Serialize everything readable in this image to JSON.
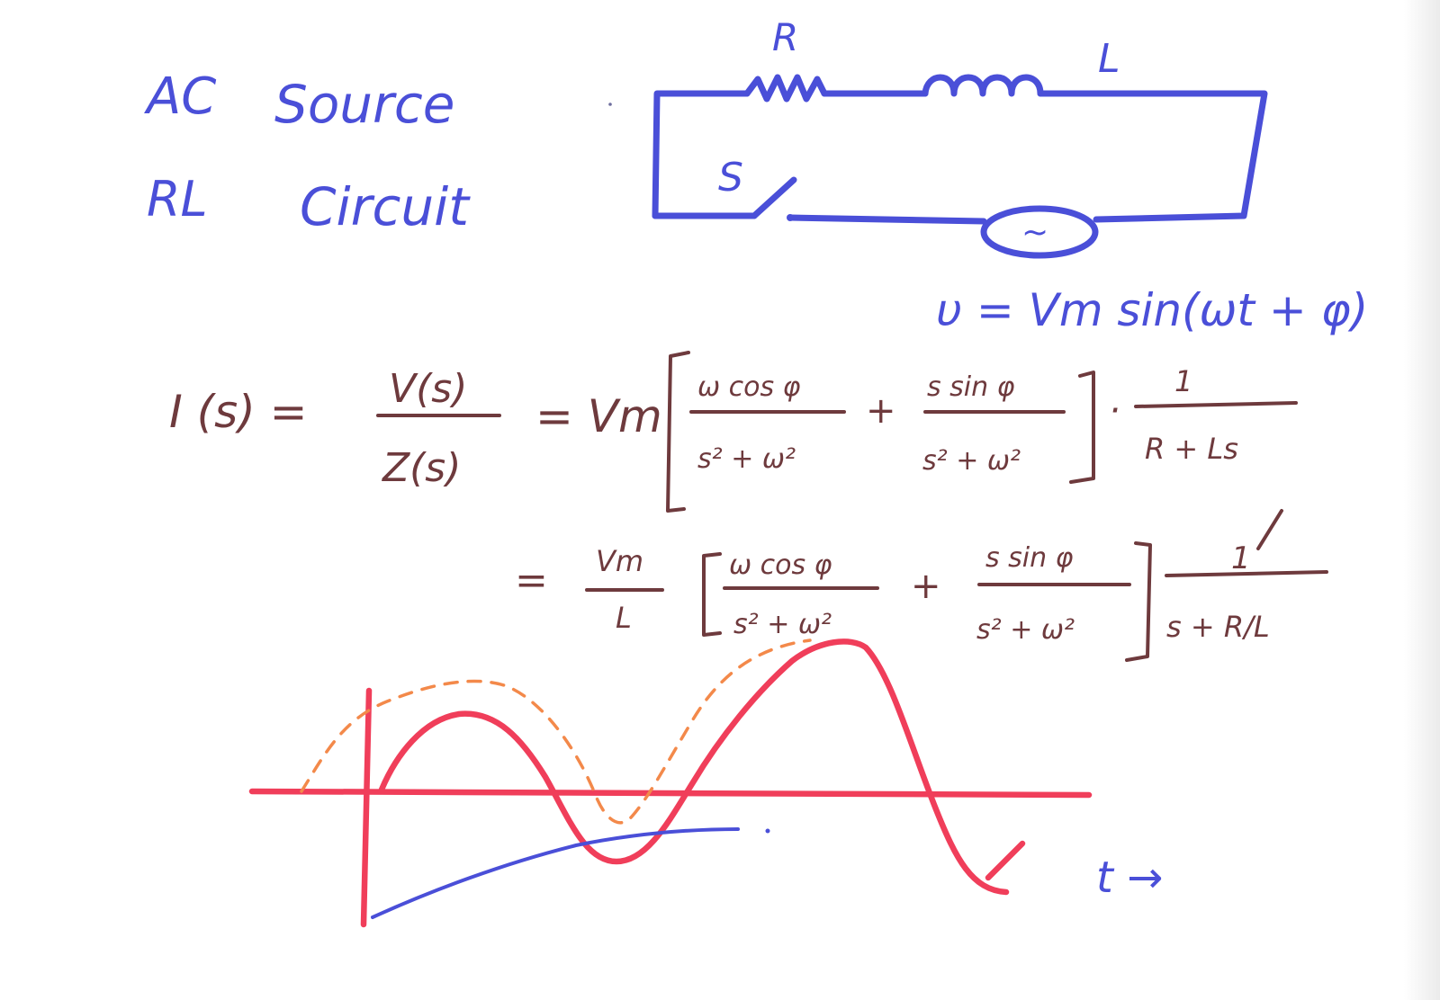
{
  "heading": {
    "line1_word1": "AC",
    "line1_word2": "Source",
    "line2_word1": "RL",
    "line2_word2": "Circuit"
  },
  "circuit": {
    "resistor_label": "R",
    "inductor_label": "L",
    "switch_label": "S",
    "source_symbol": "~",
    "source_equation": "υ = Vm sin(ωt + φ)"
  },
  "equation1": {
    "lhs": "I (s) =",
    "frac_num": "V(s)",
    "frac_den": "Z(s)",
    "equals": "= Vm",
    "term1_num": "ω cos φ",
    "term1_den": "s² + ω²",
    "plus": "+",
    "term2_num": "s sin φ",
    "term2_den": "s² + ω²",
    "dot": "·",
    "factor_num": "1",
    "factor_den": "R + Ls"
  },
  "equation2": {
    "equals": "=",
    "coef_num": "Vm",
    "coef_den": "L",
    "term1_num": "ω cos φ",
    "term1_den": "s² + ω²",
    "plus": "+",
    "term2_num": "s sin φ",
    "term2_den": "s² + ω²",
    "factor_num": "1",
    "factor_den": "s + R/L"
  },
  "graph": {
    "time_axis_label": "t →"
  },
  "colors": {
    "blue_ink": "#4a4fd8",
    "brown_ink": "#6e3a3d",
    "red_ink": "#f03e5a",
    "orange_ink": "#f3894a"
  }
}
